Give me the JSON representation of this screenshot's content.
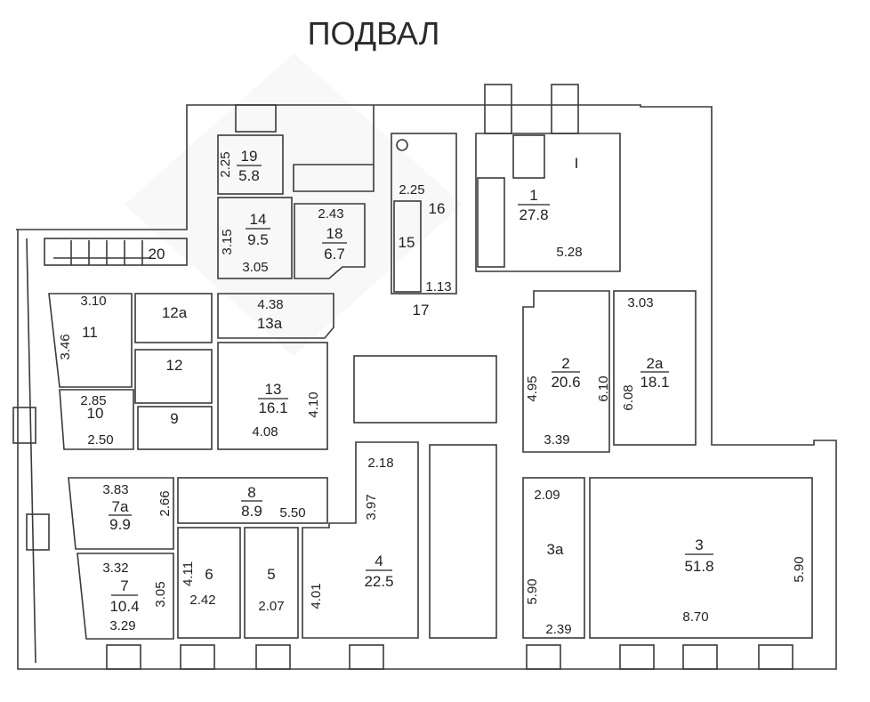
{
  "title": "ПОДВАЛ",
  "rooms": {
    "r1": {
      "num": "1",
      "area": "27.8",
      "d1": "5.28",
      "stair_mark": "I"
    },
    "r2": {
      "num": "2",
      "area": "20.6",
      "d1": "4.95",
      "d2": "6.10",
      "d3": "3.39"
    },
    "r2a": {
      "num": "2а",
      "area": "18.1",
      "d1": "3.03",
      "d2": "6.08"
    },
    "r3": {
      "num": "3",
      "area": "51.8",
      "d1": "5.90",
      "d2": "8.70"
    },
    "r3a": {
      "num": "3а",
      "d1": "2.09",
      "d2": "5.90",
      "d3": "2.39"
    },
    "r4": {
      "num": "4",
      "area": "22.5",
      "d1": "2.18",
      "d2": "3.97",
      "d3": "4.01"
    },
    "r5": {
      "num": "5",
      "d1": "2.07"
    },
    "r6": {
      "num": "6",
      "d1": "4.11",
      "d2": "2.42"
    },
    "r7": {
      "num": "7",
      "area": "10.4",
      "d1": "3.32",
      "d2": "3.05",
      "d3": "3.29"
    },
    "r7a": {
      "num": "7а",
      "area": "9.9",
      "d1": "3.83",
      "d2": "2.66"
    },
    "r8": {
      "num": "8",
      "area": "8.9",
      "d1": "5.50"
    },
    "r9": {
      "num": "9"
    },
    "r10": {
      "num": "10",
      "d1": "2.85",
      "d2": "2.50"
    },
    "r11": {
      "num": "11",
      "d1": "3.10",
      "d2": "3.46"
    },
    "r12": {
      "num": "12"
    },
    "r12a": {
      "num": "12а"
    },
    "r13": {
      "num": "13",
      "area": "16.1",
      "d1": "4.10",
      "d2": "4.08"
    },
    "r13a": {
      "num": "13а",
      "d1": "4.38"
    },
    "r14": {
      "num": "14",
      "area": "9.5",
      "d1": "3.15",
      "d2": "3.05"
    },
    "r15": {
      "num": "15"
    },
    "r16": {
      "num": "16",
      "d1": "2.25",
      "d2": "1.13"
    },
    "r17": {
      "num": "17"
    },
    "r18": {
      "num": "18",
      "area": "6.7",
      "d1": "2.43"
    },
    "r19": {
      "num": "19",
      "area": "5.8",
      "d1": "2.25"
    },
    "r20": {
      "num": "20"
    }
  }
}
